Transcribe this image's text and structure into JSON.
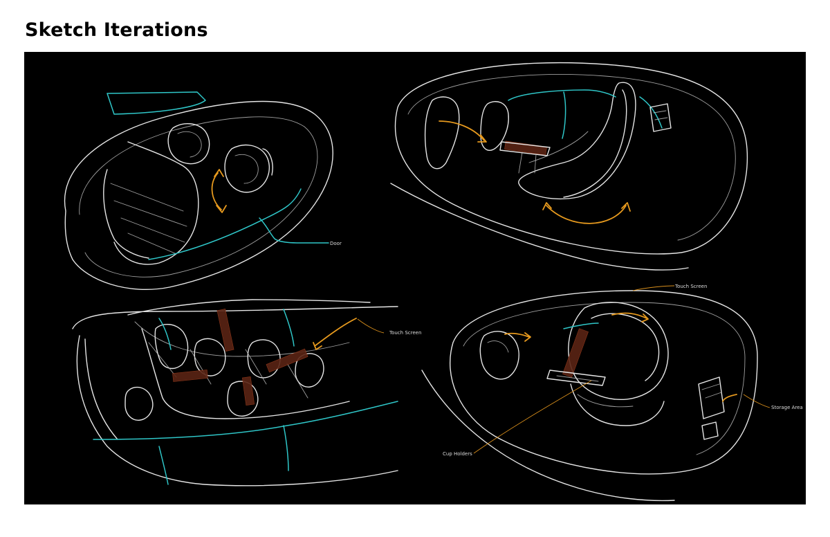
{
  "page": {
    "title": "Sketch Iterations"
  },
  "sketches": [
    {
      "annotations": [
        {
          "text": "Door"
        }
      ]
    },
    {
      "annotations": []
    },
    {
      "annotations": [
        {
          "text": "Touch Screen"
        }
      ]
    },
    {
      "annotations": [
        {
          "text": "Touch Screen"
        },
        {
          "text": "Storage Area"
        },
        {
          "text": "Cup Holders"
        }
      ]
    }
  ],
  "colors": {
    "background": "#000000",
    "line": "#e6e6e6",
    "accent_teal": "#2fc7c9",
    "accent_orange": "#e79a1e"
  }
}
